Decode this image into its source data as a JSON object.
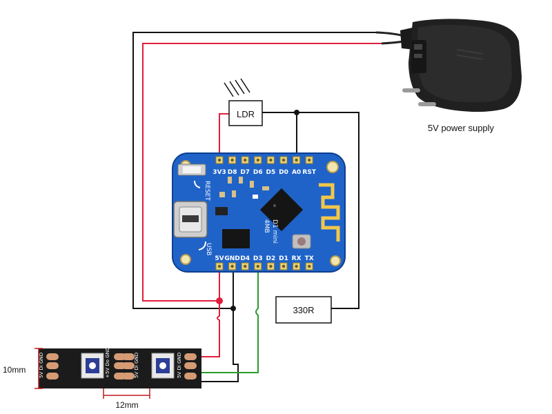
{
  "title": "",
  "colors": {
    "wire_black": "#111111",
    "wire_red": "#e01e3c",
    "wire_green": "#2a9a2a",
    "board_blue": "#1f63c8",
    "board_edge": "#0d3f8f",
    "strip_black": "#1b1b1b",
    "pad_copper": "#d59b74"
  },
  "components": {
    "ldr_label": "LDR",
    "resistor_label": "330R",
    "power_supply_label": "5V power supply"
  },
  "board": {
    "top_pins": [
      "3V3",
      "D8",
      "D7",
      "D6",
      "D5",
      "D0",
      "A0",
      "RST"
    ],
    "bottom_pins": [
      "5V",
      "GND",
      "D4",
      "D3",
      "D2",
      "D1",
      "RX",
      "TX"
    ],
    "silk_reset": "RESET",
    "silk_usb": "USB",
    "silk_model": "D1 mini",
    "silk_flash": "4MB"
  },
  "strip": {
    "pad_labels_a": [
      "5V",
      "Di",
      "GND"
    ],
    "pad_labels_b": [
      "+5V",
      "Do",
      "GND"
    ],
    "width_label": "10mm",
    "pitch_label": "12mm"
  }
}
